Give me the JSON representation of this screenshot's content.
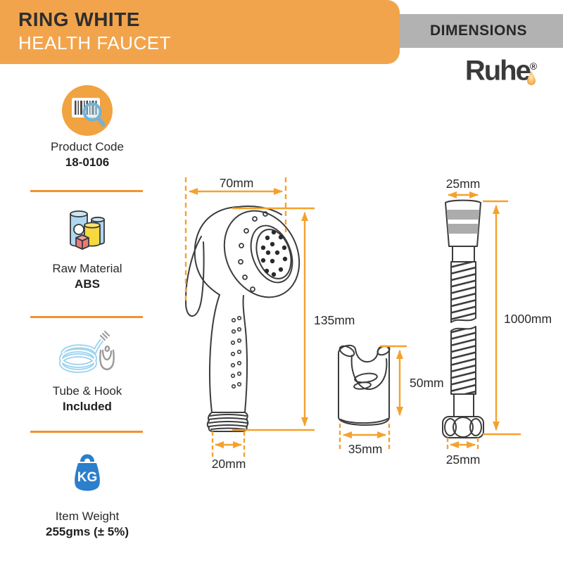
{
  "header": {
    "title_line1": "RING WHITE",
    "title_line2": "HEALTH FAUCET",
    "right_banner": "DIMENSIONS",
    "brand": "Ruhe",
    "brand_reg": "®"
  },
  "colors": {
    "banner_orange": "#F2A44C",
    "dimension_orange": "#F5A12E",
    "divider_orange": "#F2922E",
    "gray_band": "#B2B2B2",
    "dark_text": "#2B2B2B",
    "drawing_line": "#3C3C3C",
    "kg_blue": "#2B7FCB",
    "light_blue": "#9FD4EF"
  },
  "sidebar": {
    "kg_icon_text": "KG",
    "items": [
      {
        "icon": "barcode-magnifier",
        "label": "Product Code",
        "value": "18-0106"
      },
      {
        "icon": "raw-material-containers",
        "label": "Raw Material",
        "value": "ABS"
      },
      {
        "icon": "tube-and-hook",
        "label": "Tube & Hook",
        "value": "Included"
      },
      {
        "icon": "weight-kg",
        "label": "Item Weight",
        "value": "255gms (± 5%)"
      }
    ]
  },
  "diagram": {
    "faucet": {
      "width_label": "70mm",
      "height_label": "135mm",
      "outlet_label": "20mm"
    },
    "holder": {
      "height_label": "50mm",
      "width_label": "35mm"
    },
    "hose": {
      "top_label": "25mm",
      "length_label": "1000mm",
      "bottom_label": "25mm"
    }
  }
}
